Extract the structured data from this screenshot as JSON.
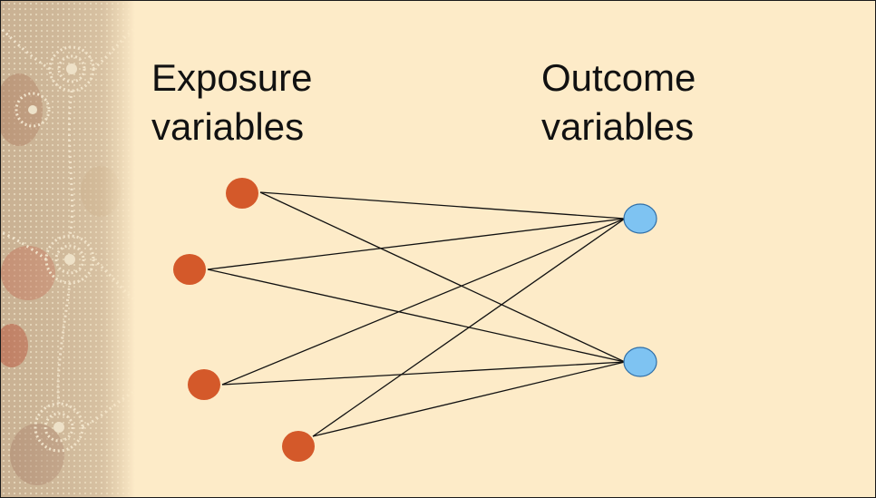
{
  "headings": {
    "exposure": {
      "line1": "Exposure",
      "line2": "variables"
    },
    "outcome": {
      "line1": "Outcome",
      "line2": "variables"
    }
  },
  "colors": {
    "background": "#fdebc8",
    "exposure_node": "#d4592a",
    "outcome_node": "#7ec3f2",
    "outcome_stroke": "#2f6fa8",
    "edge": "#111111"
  },
  "graph": {
    "exposure_nodes": [
      "exposure-1",
      "exposure-2",
      "exposure-3",
      "exposure-4"
    ],
    "outcome_nodes": [
      "outcome-1",
      "outcome-2"
    ],
    "edges": [
      [
        "exposure-1",
        "outcome-1"
      ],
      [
        "exposure-1",
        "outcome-2"
      ],
      [
        "exposure-2",
        "outcome-1"
      ],
      [
        "exposure-2",
        "outcome-2"
      ],
      [
        "exposure-3",
        "outcome-1"
      ],
      [
        "exposure-3",
        "outcome-2"
      ],
      [
        "exposure-4",
        "outcome-1"
      ],
      [
        "exposure-4",
        "outcome-2"
      ]
    ]
  },
  "decor": {
    "left_strip": "dot-painting-artwork"
  }
}
